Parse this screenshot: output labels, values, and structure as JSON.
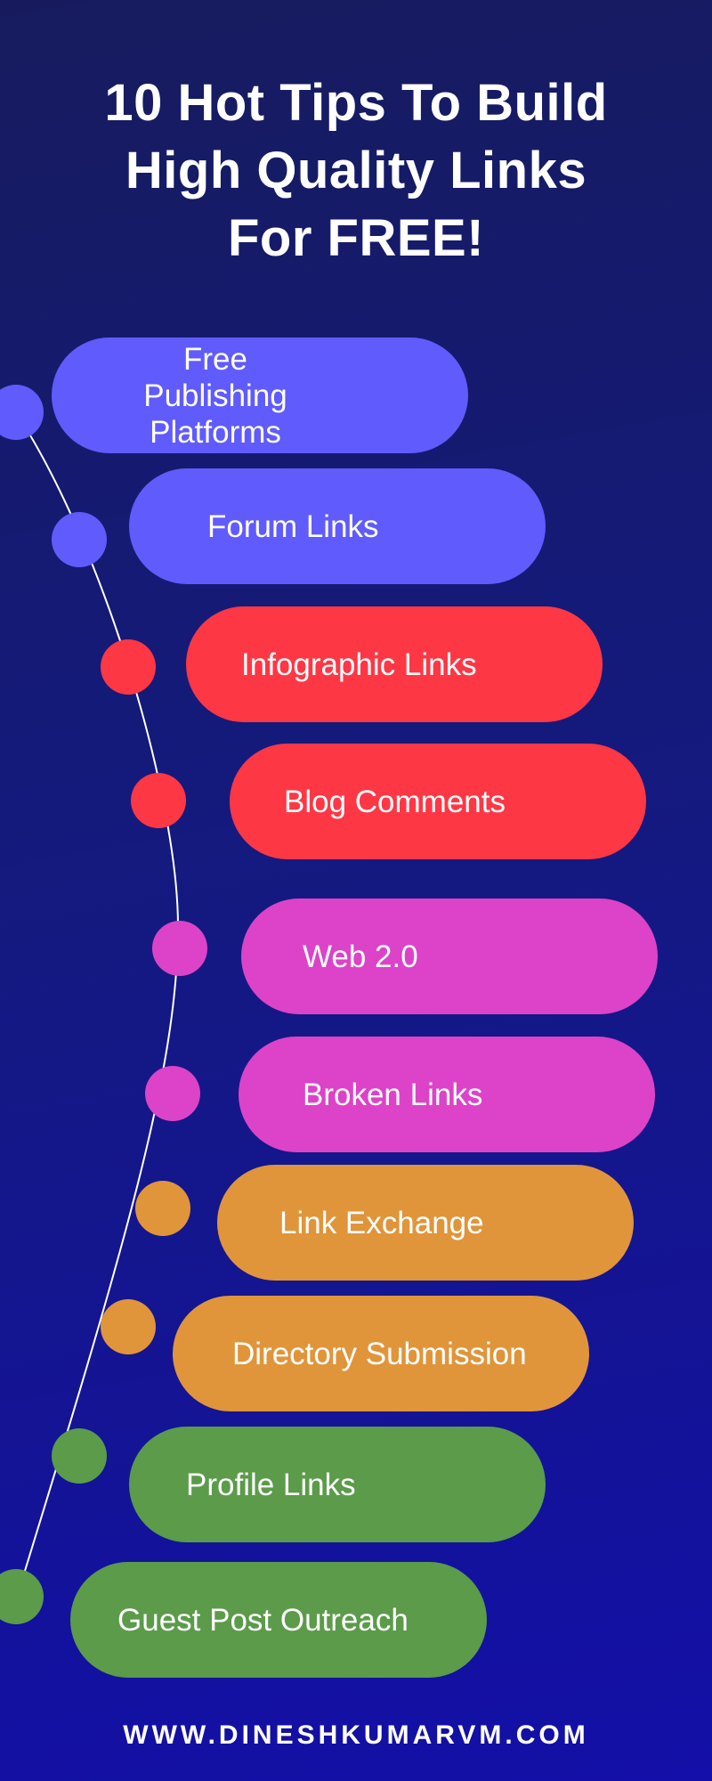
{
  "title": {
    "line1": "10 Hot Tips To Build",
    "line2": "High Quality Links",
    "line3": "For FREE!"
  },
  "colors": {
    "purple": "#605bfd",
    "red": "#fe3745",
    "magenta": "#dc43c8",
    "orange": "#e0953a",
    "green": "#5b9b4a"
  },
  "tips": [
    {
      "label": "Free Publishing Platforms",
      "color": "#605bfd"
    },
    {
      "label": "Forum Links",
      "color": "#605bfd"
    },
    {
      "label": "Infographic Links",
      "color": "#fe3745"
    },
    {
      "label": "Blog Comments",
      "color": "#fe3745"
    },
    {
      "label": "Web 2.0",
      "color": "#dc43c8"
    },
    {
      "label": "Broken Links",
      "color": "#dc43c8"
    },
    {
      "label": "Link Exchange",
      "color": "#e0953a"
    },
    {
      "label": "Directory Submission",
      "color": "#e0953a"
    },
    {
      "label": "Profile Links",
      "color": "#5b9b4a"
    },
    {
      "label": "Guest Post Outreach",
      "color": "#5b9b4a"
    }
  ],
  "footer": {
    "website": "WWW.DINESHKUMARVM.COM"
  }
}
